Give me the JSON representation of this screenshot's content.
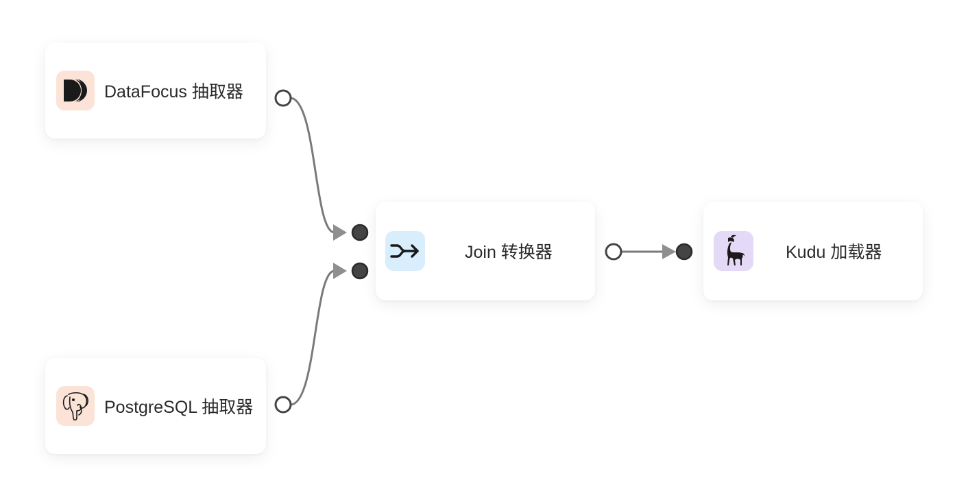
{
  "nodes": {
    "datafocus": {
      "label": "DataFocus 抽取器",
      "icon": "datafocus-logo-icon",
      "icon_bg": "#fce3d8"
    },
    "postgres": {
      "label": "PostgreSQL 抽取器",
      "icon": "postgresql-elephant-icon",
      "icon_bg": "#fce3d8"
    },
    "join": {
      "label": "Join 转换器",
      "icon": "merge-arrow-icon",
      "icon_bg": "#d9eefc"
    },
    "kudu": {
      "label": "Kudu 加载器",
      "icon": "kudu-antelope-icon",
      "icon_bg": "#e4d9f7"
    }
  },
  "edges": [
    {
      "from": "datafocus",
      "to": "join",
      "target_port": 1
    },
    {
      "from": "postgres",
      "to": "join",
      "target_port": 2
    },
    {
      "from": "join",
      "to": "kudu",
      "target_port": 1
    }
  ],
  "colors": {
    "edge": "#7a7a7a",
    "port_outline": "#444444",
    "port_filled": "#444444",
    "node_text": "#2a2a2a"
  }
}
